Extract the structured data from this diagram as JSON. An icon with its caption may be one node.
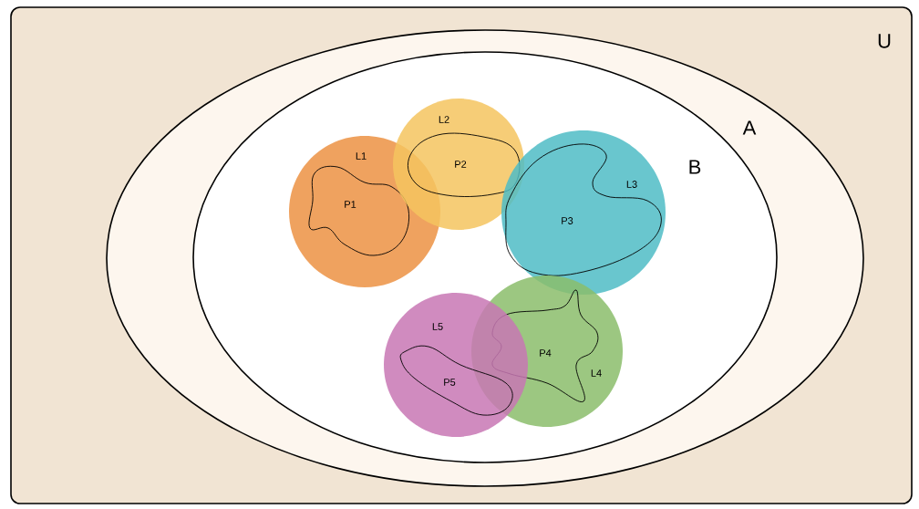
{
  "diagram": {
    "nodes": [
      {
        "text": [
          "U"
        ]
      },
      {
        "text": [
          "A"
        ],
        "in": 0
      },
      {
        "text": [
          "B"
        ],
        "in": 1
      },
      {
        "text": [
          "L1"
        ],
        "in": 2
      },
      {
        "text": [
          "P1"
        ],
        "in": 3
      },
      {
        "text": [
          "L2"
        ],
        "in": 2
      },
      {
        "text": [
          "P2"
        ],
        "in": 5
      },
      {
        "text": [
          "L3"
        ],
        "in": 2
      },
      {
        "text": [
          "P3"
        ],
        "in": 7
      },
      {
        "text": [
          "L4"
        ],
        "in": 2
      },
      {
        "text": [
          "P4"
        ],
        "in": 9
      },
      {
        "text": [
          "L5"
        ],
        "in": 2
      },
      {
        "text": [
          "P5"
        ],
        "in": 11
      }
    ]
  }
}
